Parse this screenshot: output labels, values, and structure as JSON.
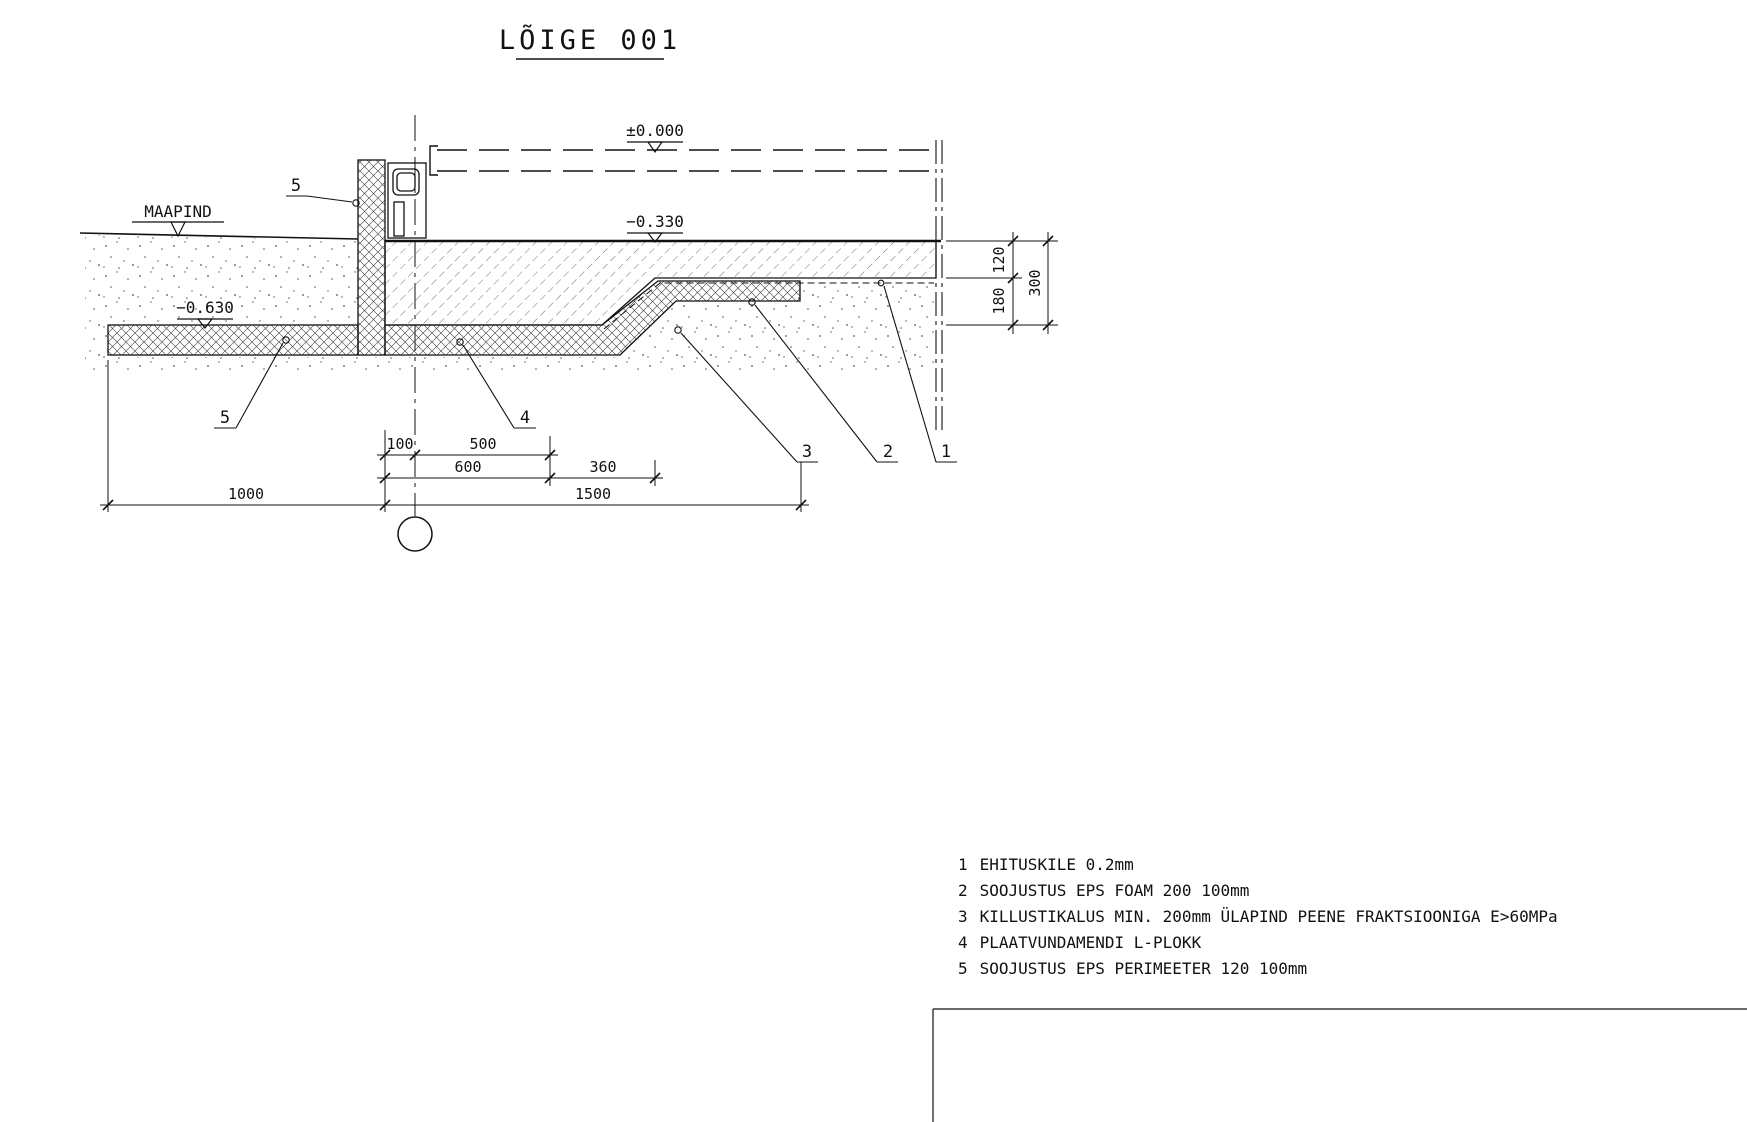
{
  "title": "LÕIGE 001",
  "levels": {
    "zero": "±0.000",
    "floor": "−0.330",
    "footing": "−0.630",
    "ground_label": "MAAPIND"
  },
  "dimensions": {
    "d100": "100",
    "d500": "500",
    "d600": "600",
    "d360": "360",
    "d1000": "1000",
    "d1500": "1500",
    "v120": "120",
    "v180": "180",
    "v300": "300"
  },
  "callouts": {
    "c1": "1",
    "c2": "2",
    "c3": "3",
    "c4": "4",
    "c5_top": "5",
    "c5_bottom": "5"
  },
  "legend": {
    "items": [
      {
        "num": "1",
        "text": "EHITUSKILE 0.2mm"
      },
      {
        "num": "2",
        "text": "SOOJUSTUS EPS FOAM 200 100mm"
      },
      {
        "num": "3",
        "text": "KILLUSTIKALUS MIN. 200mm ÜLAPIND PEENE FRAKTSIOONIGA E>60MPa"
      },
      {
        "num": "4",
        "text": "PLAATVUNDAMENDI L-PLOKK"
      },
      {
        "num": "5",
        "text": "SOOJUSTUS EPS PERIMEETER 120 100mm"
      }
    ]
  }
}
